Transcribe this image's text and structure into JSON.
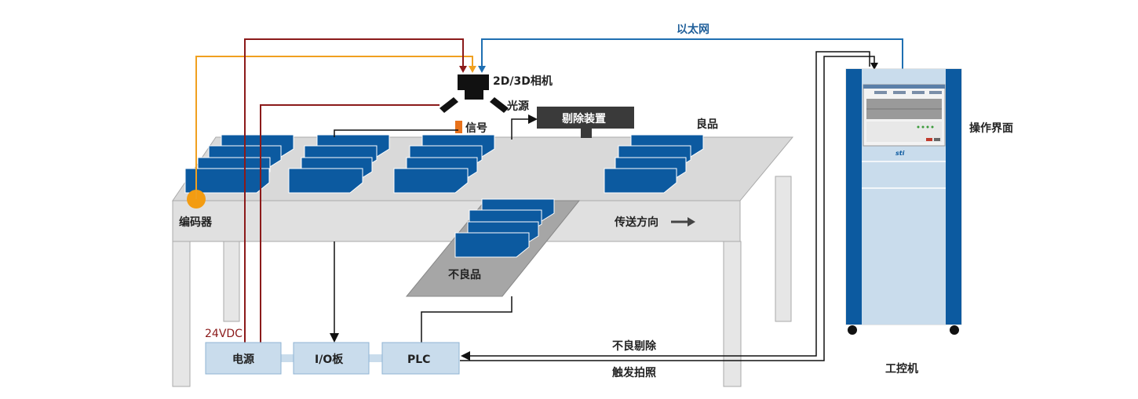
{
  "labels": {
    "camera": "2D/3D相机",
    "light": "光源",
    "signal": "信号",
    "reject_device": "剔除装置",
    "good": "良品",
    "bad": "不良品",
    "direction": "传送方向",
    "encoder": "编码器",
    "voltage": "24VDC",
    "power": "电源",
    "io_board": "I/O板",
    "plc": "PLC",
    "ethernet": "以太网",
    "reject_bad": "不良剔除",
    "trigger_capture": "触发拍照",
    "operator_ui": "操作界面",
    "ipc": "工控机",
    "brand": "sti"
  },
  "colors": {
    "block_blue": "#0c5aa0",
    "cabinet_blue": "#0c5aa0",
    "panel_light": "#c9dcec",
    "line_red": "#8b1a1a",
    "line_orange": "#f0a020",
    "line_blue": "#1f6fb2",
    "table_top": "#d9d9d9"
  }
}
